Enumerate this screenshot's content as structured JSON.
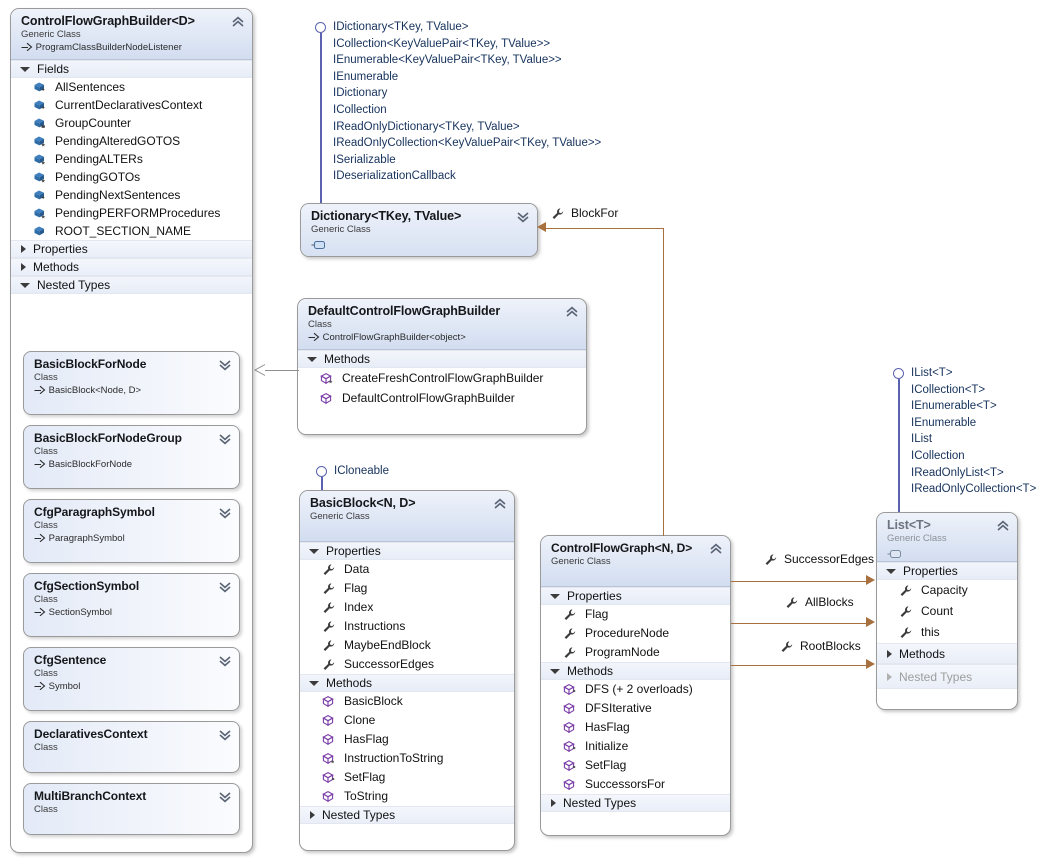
{
  "diagram": {
    "type": "uml-class-diagram",
    "accent_connector_color": "#a8703f",
    "inheritance_connector_color": "#8e8e8e",
    "interface_color": "#5b63b0"
  },
  "classes": {
    "control_flow_graph_builder": {
      "title": "ControlFlowGraphBuilder<D>",
      "stereotype": "Generic Class",
      "base": "ProgramClassBuilderNodeListener",
      "sections": {
        "fields": {
          "label": "Fields",
          "expanded": true
        },
        "properties": {
          "label": "Properties",
          "expanded": false
        },
        "methods": {
          "label": "Methods",
          "expanded": false
        },
        "nested_types": {
          "label": "Nested Types",
          "expanded": true
        }
      },
      "fields": [
        "AllSentences",
        "CurrentDeclarativesContext",
        "GroupCounter",
        "PendingAlteredGOTOS",
        "PendingALTERs",
        "PendingGOTOs",
        "PendingNextSentences",
        "PendingPERFORMProcedures",
        "ROOT_SECTION_NAME"
      ],
      "nested_types": [
        {
          "title": "BasicBlockForNode",
          "stereotype": "Class",
          "base": "BasicBlock<Node, D>"
        },
        {
          "title": "BasicBlockForNodeGroup",
          "stereotype": "Class",
          "base": "BasicBlockForNode"
        },
        {
          "title": "CfgParagraphSymbol",
          "stereotype": "Class",
          "base": "ParagraphSymbol"
        },
        {
          "title": "CfgSectionSymbol",
          "stereotype": "Class",
          "base": "SectionSymbol"
        },
        {
          "title": "CfgSentence",
          "stereotype": "Class",
          "base": "Symbol"
        },
        {
          "title": "DeclarativesContext",
          "stereotype": "Class",
          "base": ""
        },
        {
          "title": "MultiBranchContext",
          "stereotype": "Class",
          "base": ""
        }
      ]
    },
    "dictionary": {
      "title": "Dictionary<TKey, TValue>",
      "stereotype": "Generic Class",
      "interfaces": [
        "IDictionary<TKey, TValue>",
        "ICollection<KeyValuePair<TKey, TValue>>",
        "IEnumerable<KeyValuePair<TKey, TValue>>",
        "IEnumerable",
        "IDictionary",
        "ICollection",
        "IReadOnlyDictionary<TKey, TValue>",
        "IReadOnlyCollection<KeyValuePair<TKey, TValue>>",
        "ISerializable",
        "IDeserializationCallback"
      ]
    },
    "default_control_flow_graph_builder": {
      "title": "DefaultControlFlowGraphBuilder",
      "stereotype": "Class",
      "base": "ControlFlowGraphBuilder<object>",
      "sections": {
        "methods": {
          "label": "Methods",
          "expanded": true
        }
      },
      "methods": [
        "CreateFreshControlFlowGraphBuilder",
        "DefaultControlFlowGraphBuilder"
      ]
    },
    "basic_block": {
      "title": "BasicBlock<N, D>",
      "stereotype": "Generic Class",
      "interface_lollipop": "ICloneable",
      "sections": {
        "properties": {
          "label": "Properties",
          "expanded": true
        },
        "methods": {
          "label": "Methods",
          "expanded": true
        },
        "nested_types": {
          "label": "Nested Types",
          "expanded": false
        }
      },
      "properties": [
        "Data",
        "Flag",
        "Index",
        "Instructions",
        "MaybeEndBlock",
        "SuccessorEdges"
      ],
      "methods": [
        "BasicBlock",
        "Clone",
        "HasFlag",
        "InstructionToString",
        "SetFlag",
        "ToString"
      ]
    },
    "control_flow_graph": {
      "title": "ControlFlowGraph<N, D>",
      "stereotype": "Generic Class",
      "sections": {
        "properties": {
          "label": "Properties",
          "expanded": true
        },
        "methods": {
          "label": "Methods",
          "expanded": true
        },
        "nested_types": {
          "label": "Nested Types",
          "expanded": false
        }
      },
      "properties": [
        "Flag",
        "ProcedureNode",
        "ProgramNode"
      ],
      "methods": [
        "DFS (+ 2 overloads)",
        "DFSIterative",
        "HasFlag",
        "Initialize",
        "SetFlag",
        "SuccessorsFor"
      ]
    },
    "list": {
      "title": "List<T>",
      "stereotype": "Generic Class",
      "sections": {
        "properties": {
          "label": "Properties",
          "expanded": true
        },
        "methods": {
          "label": "Methods",
          "expanded": false
        },
        "nested_types": {
          "label": "Nested Types",
          "expanded": false
        }
      },
      "properties": [
        "Capacity",
        "Count",
        "this"
      ],
      "interfaces": [
        "IList<T>",
        "ICollection<T>",
        "IEnumerable<T>",
        "IEnumerable",
        "IList",
        "ICollection",
        "IReadOnlyList<T>",
        "IReadOnlyCollection<T>"
      ]
    }
  },
  "associations": [
    {
      "label": "BlockFor",
      "from": "control_flow_graph",
      "to": "dictionary"
    },
    {
      "label": "SuccessorEdges",
      "from": "basic_block",
      "to": "list"
    },
    {
      "label": "AllBlocks",
      "from": "control_flow_graph",
      "to": "list"
    },
    {
      "label": "RootBlocks",
      "from": "control_flow_graph",
      "to": "list"
    }
  ]
}
